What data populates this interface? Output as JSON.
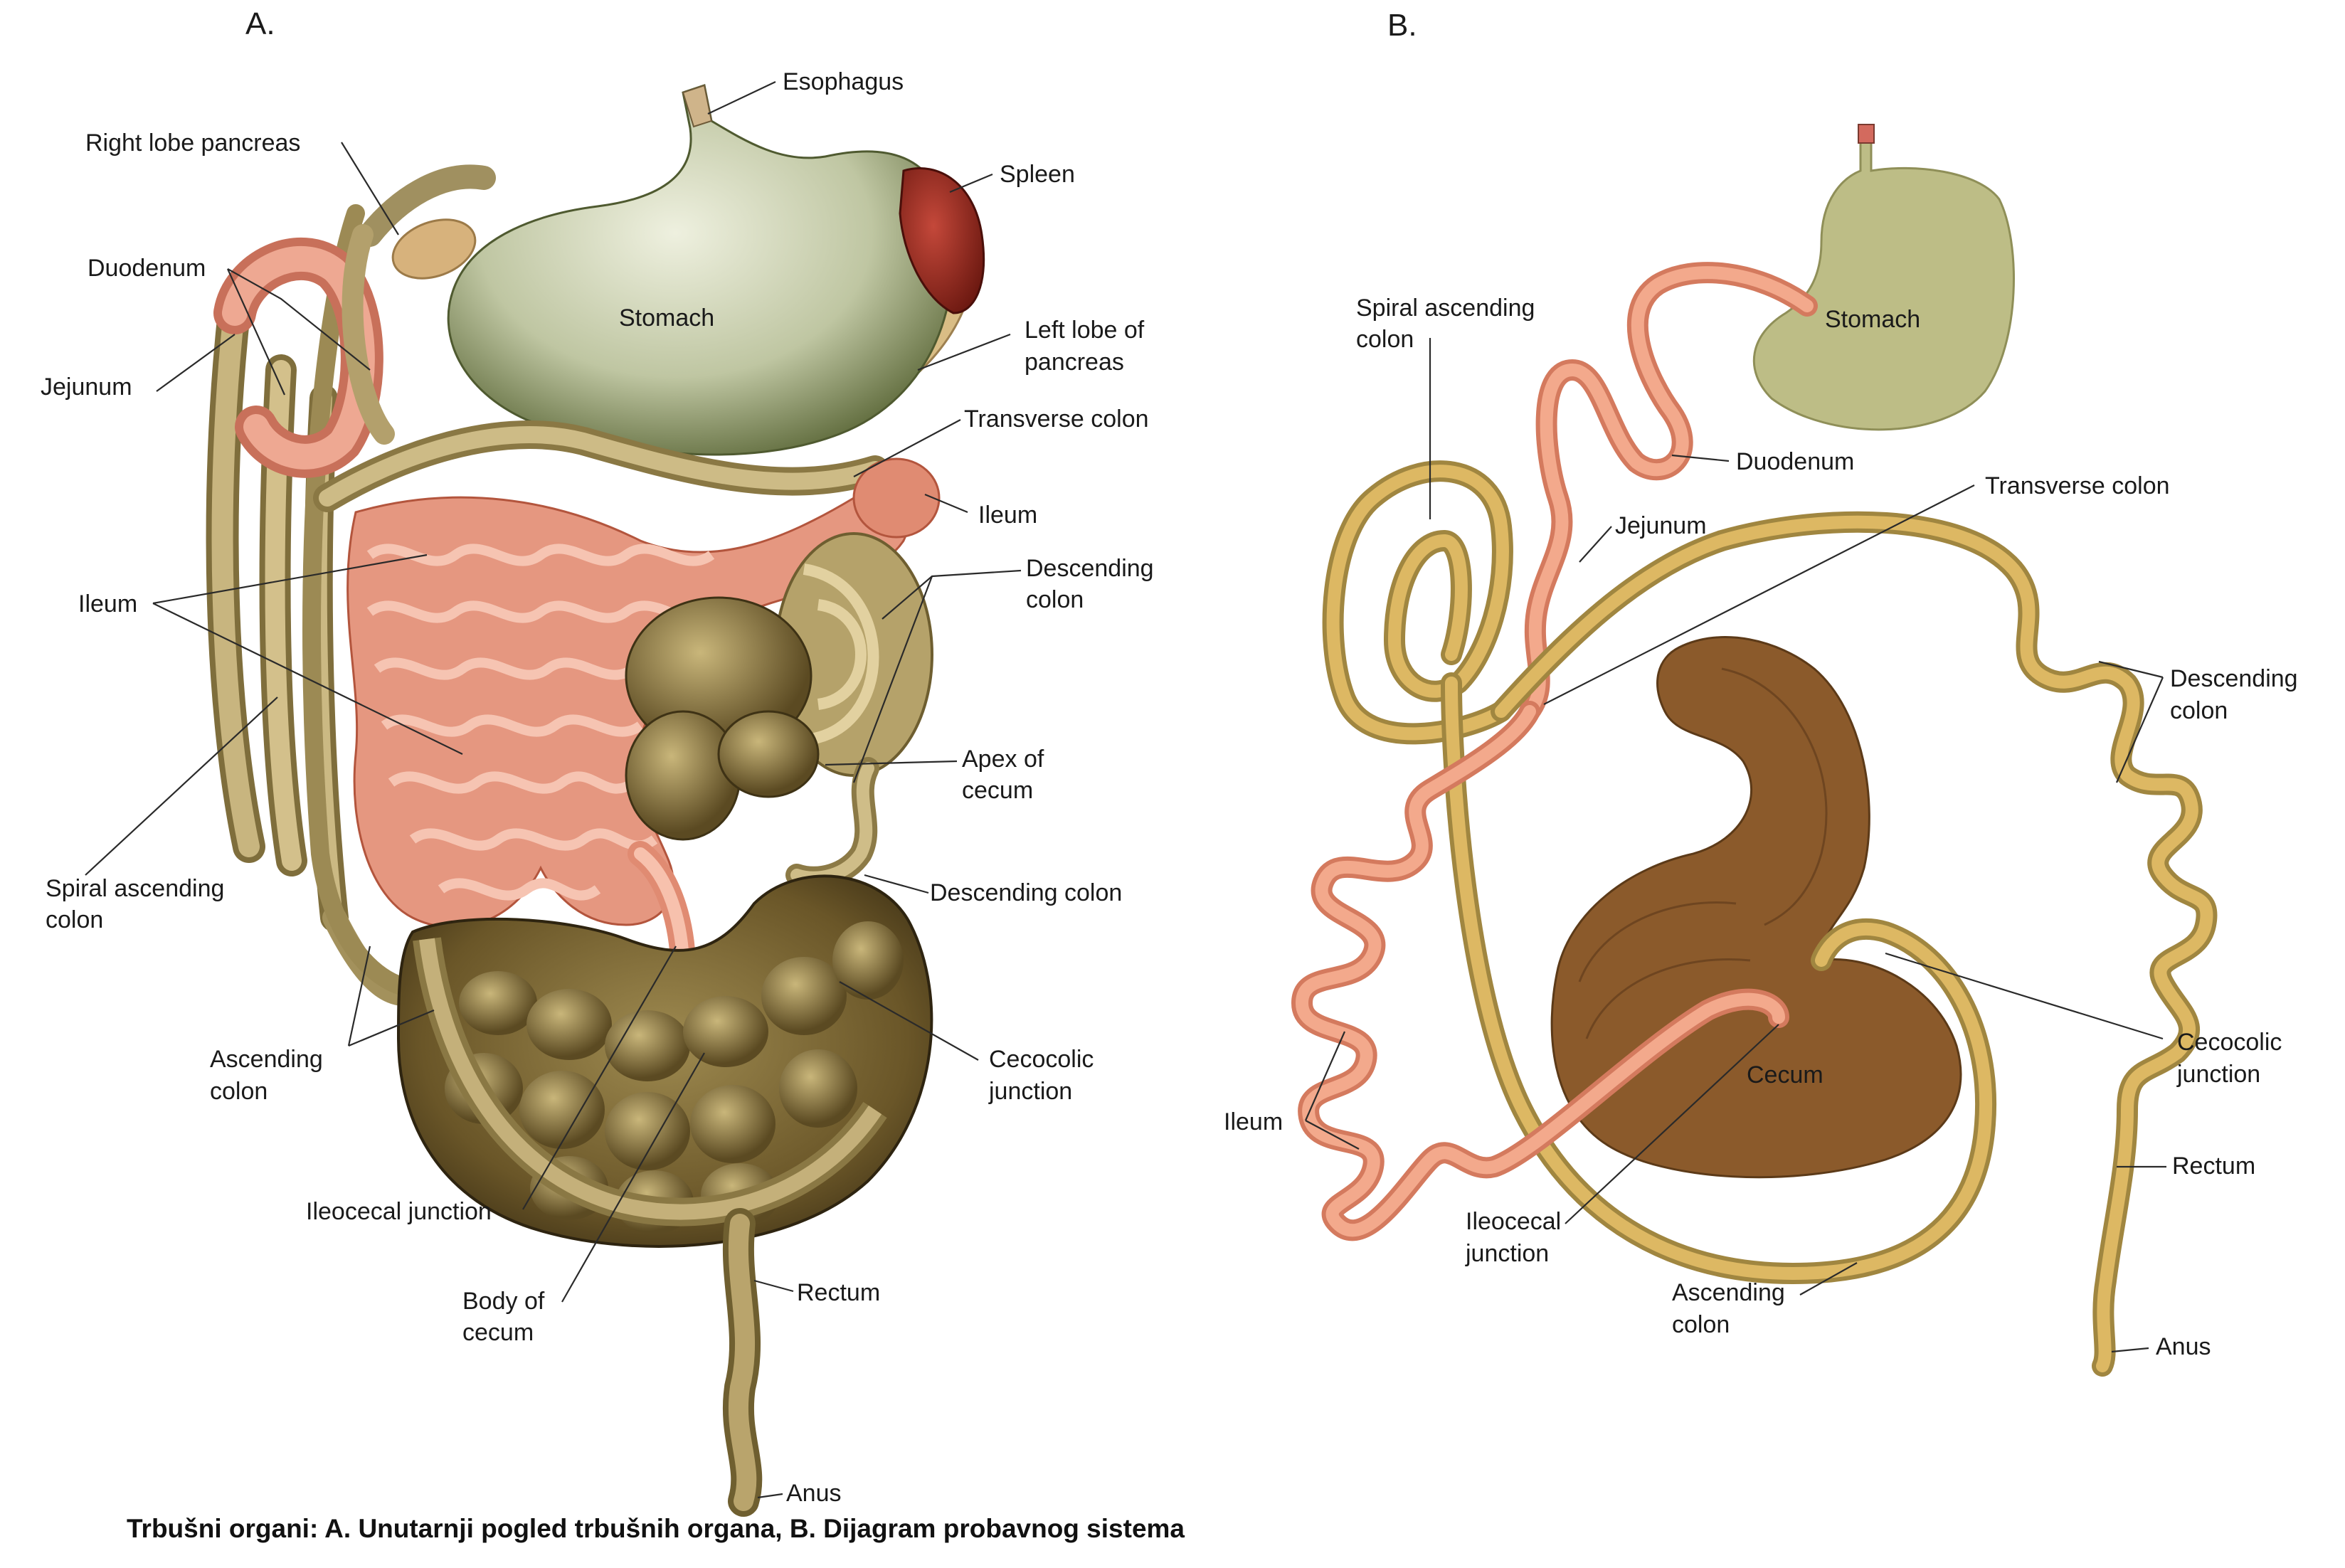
{
  "caption": "Trbušni organi: A. Unutarnji pogled trbušnih organa, B. Dijagram probavnog sistema",
  "panel_a": {
    "letter": "A.",
    "labels": {
      "esophagus": "Esophagus",
      "right_lobe_pancreas": "Right lobe pancreas",
      "spleen": "Spleen",
      "duodenum": "Duodenum",
      "stomach": "Stomach",
      "left_lobe_1": "Left lobe of",
      "left_lobe_2": "pancreas",
      "jejunum": "Jejunum",
      "transverse_colon": "Transverse colon",
      "ileum_right": "Ileum",
      "ileum_left": "Ileum",
      "descending_colon_1": "Descending",
      "descending_colon_2": "colon",
      "apex_1": "Apex of",
      "apex_2": "cecum",
      "spiral_1": "Spiral ascending",
      "spiral_2": "colon",
      "descending_colon_low": "Descending colon",
      "ascending_1": "Ascending",
      "ascending_2": "colon",
      "cecocolic_1": "Cecocolic",
      "cecocolic_2": "junction",
      "ileocecal": "Ileocecal junction",
      "body_1": "Body of",
      "body_2": "cecum",
      "rectum": "Rectum",
      "anus": "Anus"
    }
  },
  "panel_b": {
    "letter": "B.",
    "labels": {
      "stomach": "Stomach",
      "spiral_1": "Spiral ascending",
      "spiral_2": "colon",
      "duodenum": "Duodenum",
      "transverse_colon": "Transverse colon",
      "jejunum": "Jejunum",
      "descending_1": "Descending",
      "descending_2": "colon",
      "cecocolic_1": "Cecocolic",
      "cecocolic_2": "junction",
      "cecum": "Cecum",
      "ileum": "Ileum",
      "rectum": "Rectum",
      "ileocecal_1": "Ileocecal",
      "ileocecal_2": "junction",
      "ascending_1": "Ascending",
      "ascending_2": "colon",
      "anus": "Anus"
    }
  },
  "colors": {
    "stomach_a": "#bcc3a0",
    "spleen": "#9a2a22",
    "small_intestine": "#e89a80",
    "colon_a": "#b9a36a",
    "cecum_a": "#6e5a2e",
    "stomach_b": "#bdbd86",
    "colon_b": "#ddb863",
    "small_intestine_b": "#f0a584",
    "cecum_b": "#8b5a2b"
  }
}
